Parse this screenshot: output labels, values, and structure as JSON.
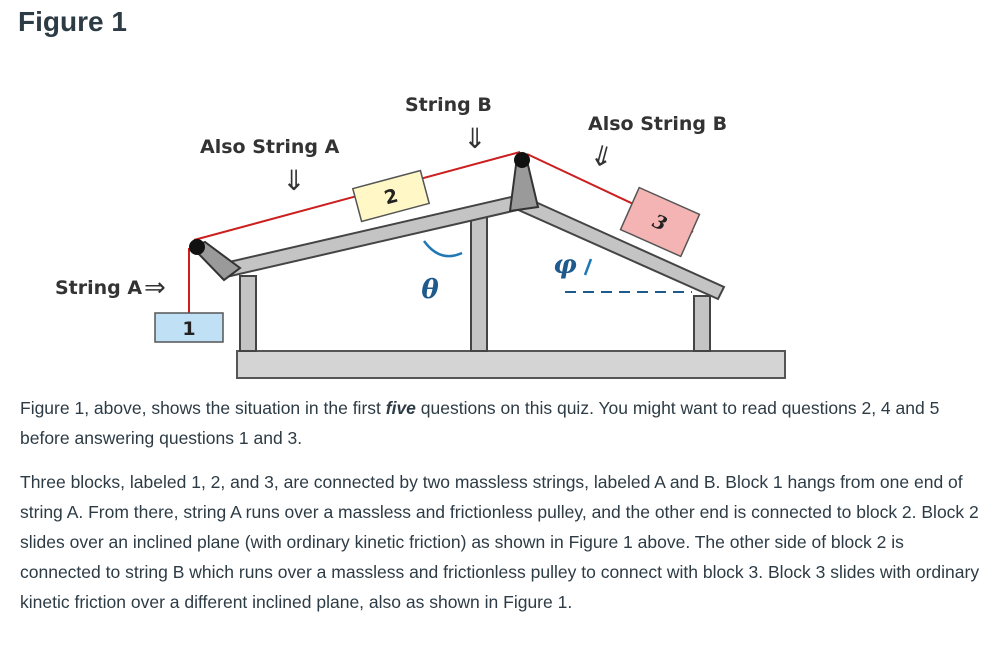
{
  "heading": "Figure 1",
  "figure": {
    "labels": {
      "string_a": "String A",
      "also_string_a": "Also String A",
      "string_b": "String B",
      "also_string_b": "Also String B"
    },
    "arrows": {
      "right": "⇒",
      "down": "⇓"
    },
    "blocks": {
      "block1": "1",
      "block2": "2",
      "block3": "3"
    },
    "angles": {
      "theta": "θ",
      "phi": "φ"
    },
    "colors": {
      "string": "#cc1f1f",
      "block1_fill": "#bfe0f5",
      "block2_fill": "#fff8c6",
      "block3_fill": "#f5b4b4",
      "angle_arc": "#1f78b4",
      "structure_fill": "#c4c4c4",
      "outline": "#444444"
    }
  },
  "paragraph1": {
    "before": "Figure 1, above, shows the situation in the first ",
    "emphasis": "five",
    "after": " questions on this quiz.  You might want to read questions 2, 4 and 5 before answering questions 1 and 3."
  },
  "paragraph2": "Three blocks, labeled 1, 2, and 3, are connected by two massless strings, labeled A and B. Block 1 hangs from one end of string A.  From there, string A runs over a massless and frictionless pulley, and the other end is connected to block 2.  Block 2 slides over an inclined plane (with ordinary kinetic friction) as shown in Figure 1 above.  The other side of block 2 is connected to string B which runs over a massless and frictionless pulley to connect with block 3.  Block 3 slides with ordinary kinetic friction over a different inclined plane, also as shown in Figure 1."
}
